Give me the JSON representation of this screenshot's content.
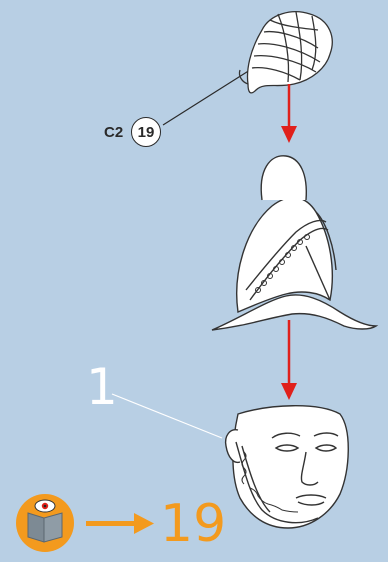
{
  "part_label": {
    "id": "C2",
    "quantity": "19"
  },
  "step_label": "1",
  "reference": {
    "page": "19",
    "icon": "book-eye-icon"
  },
  "colors": {
    "background": "#b8cfe4",
    "arrow": "#e0201b",
    "accent": "#f39a1e",
    "outline": "#2a2a2a",
    "fill": "#ffffff"
  }
}
